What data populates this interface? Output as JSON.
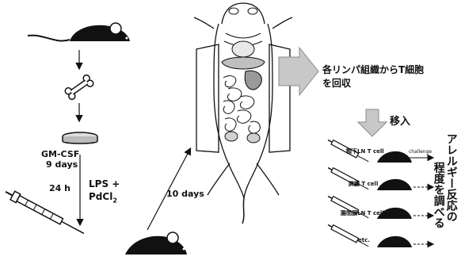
{
  "left_flow": {
    "culture_label": "GM-CSF",
    "culture_days": "9 days",
    "stimulation_time": "24 h",
    "stimulation_line1": "LPS +",
    "stimulation_line2": "PdCl",
    "stimulation_subscript": "2",
    "wait_label": "10 days"
  },
  "harvest": {
    "line1": "各リンパ組織からT細胞",
    "line2": "を回収"
  },
  "transfer_label": "移入",
  "recipients": [
    {
      "label": "顎下LN T cell",
      "challenge": "challenge"
    },
    {
      "label": "脾臓 T cell"
    },
    {
      "label": "腸間膜LN T cell"
    },
    {
      "label": "etc."
    }
  ],
  "result": {
    "col1": "アレルギー反応の",
    "col2": "程度を調べる"
  }
}
